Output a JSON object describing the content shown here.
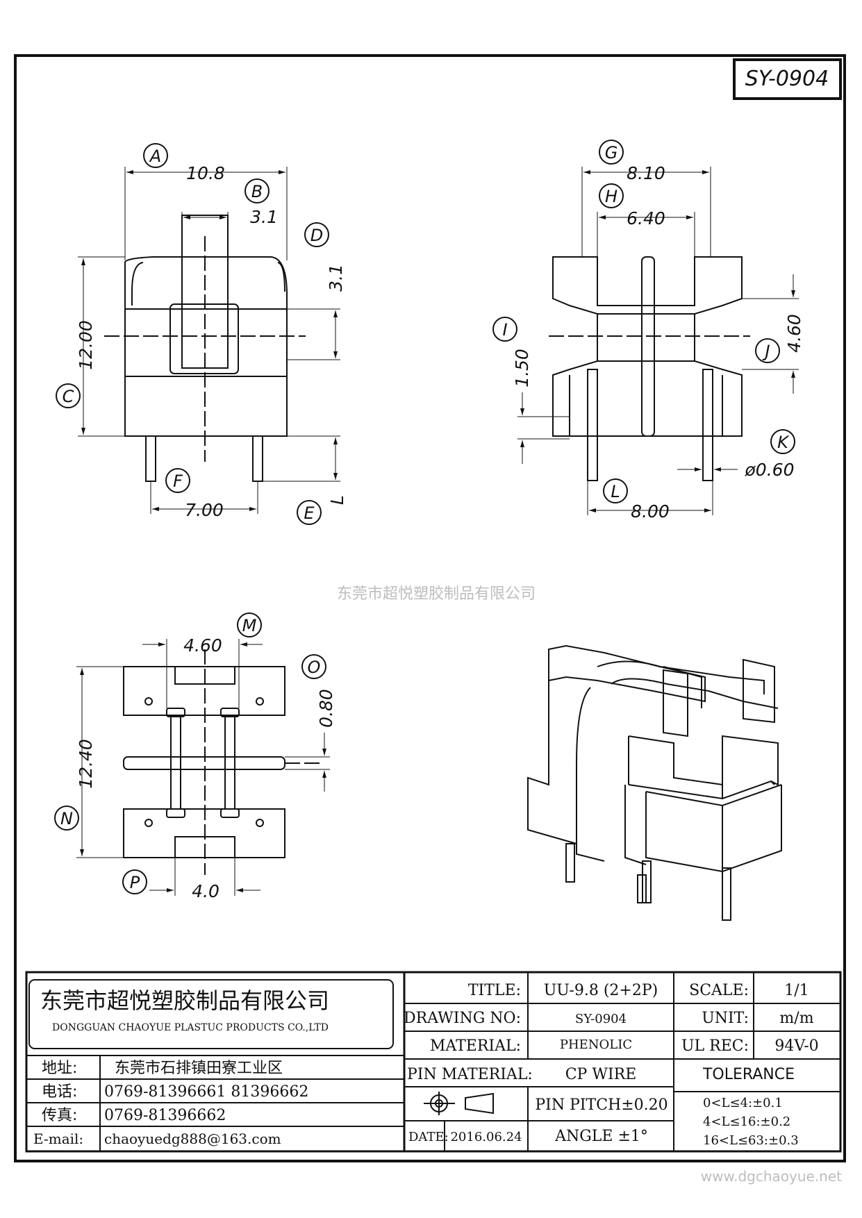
{
  "drawing_code": "SY-0904",
  "watermark": "东莞市超悦塑胶制品有限公司",
  "site_url": "www.dgchaoyue.net",
  "dimensions": {
    "A": {
      "label": "A",
      "value": "10.8"
    },
    "B": {
      "label": "B",
      "value": "3.1"
    },
    "C": {
      "label": "C",
      "value": "12.00"
    },
    "D": {
      "label": "D",
      "value": "3.1"
    },
    "E": {
      "label": "E",
      "value": "L"
    },
    "F": {
      "label": "F",
      "value": "7.00"
    },
    "G": {
      "label": "G",
      "value": "8.10"
    },
    "H": {
      "label": "H",
      "value": "6.40"
    },
    "I": {
      "label": "I",
      "value": "1.50"
    },
    "J": {
      "label": "J",
      "value": "4.60"
    },
    "K": {
      "label": "K",
      "value": "ø0.60"
    },
    "L": {
      "label": "L",
      "value": "8.00"
    },
    "M": {
      "label": "M",
      "value": "4.60"
    },
    "N": {
      "label": "N",
      "value": "12.40"
    },
    "O": {
      "label": "O",
      "value": "0.80"
    },
    "P": {
      "label": "P",
      "value": "4.0"
    }
  },
  "title_block": {
    "company_cn": "东莞市超悦塑胶制品有限公司",
    "company_en": "DONGGUAN CHAOYUE PLASTUC PRODUCTS CO.,LTD",
    "address_label": "地址:",
    "address": "东莞市石排镇田寮工业区",
    "phone_label": "电话:",
    "phone": "0769-81396661  81396662",
    "fax_label": "传真:",
    "fax": "0769-81396662",
    "email_label": "E-mail:",
    "email": "chaoyuedg888@163.com",
    "title_label": "TITLE:",
    "title": "UU-9.8 (2+2P)",
    "drawing_no_label": "DRAWING NO:",
    "drawing_no": "SY-0904",
    "material_label": "MATERIAL:",
    "material": "PHENOLIC",
    "pin_material_label": "PIN MATERIAL:",
    "pin_material": "CP WIRE",
    "pin_pitch": "PIN PITCH±0.20",
    "angle": "ANGLE  ±1°",
    "date_label": "DATE:",
    "date": "2016.06.24",
    "scale_label": "SCALE:",
    "scale": "1/1",
    "unit_label": "UNIT:",
    "unit": "m/m",
    "ul_label": "UL REC:",
    "ul": "94V-0",
    "tolerance_label": "TOLERANCE",
    "tolerances": [
      "0<L≤4:±0.1",
      "4<L≤16:±0.2",
      "16<L≤63:±0.3"
    ]
  }
}
